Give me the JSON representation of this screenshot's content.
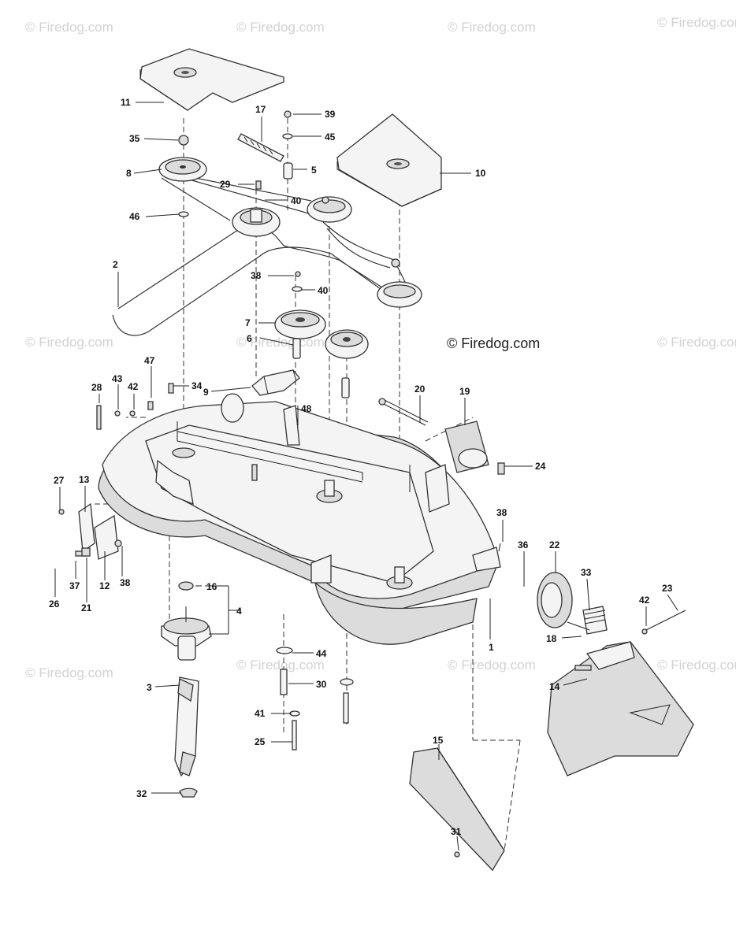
{
  "watermark": "© Firedog.com",
  "copyright": "© Firedog.com",
  "callouts": {
    "p1": "1",
    "p2": "2",
    "p3": "3",
    "p4": "4",
    "p5": "5",
    "p6": "6",
    "p7": "7",
    "p8": "8",
    "p9": "9",
    "p10": "10",
    "p11": "11",
    "p12": "12",
    "p13": "13",
    "p14": "14",
    "p15": "15",
    "p16": "16",
    "p17": "17",
    "p18": "18",
    "p19": "19",
    "p20": "20",
    "p21": "21",
    "p22": "22",
    "p23": "23",
    "p24": "24",
    "p25": "25",
    "p26": "26",
    "p27": "27",
    "p28": "28",
    "p29": "29",
    "p30": "30",
    "p31": "31",
    "p32": "32",
    "p33": "33",
    "p34": "34",
    "p35": "35",
    "p36": "36",
    "p37": "37",
    "p38a": "38",
    "p38b": "38",
    "p38c": "38",
    "p39": "39",
    "p40a": "40",
    "p40b": "40",
    "p41": "41",
    "p42a": "42",
    "p42b": "42",
    "p43": "43",
    "p44": "44",
    "p45": "45",
    "p46": "46",
    "p47": "47",
    "p48": "48"
  }
}
